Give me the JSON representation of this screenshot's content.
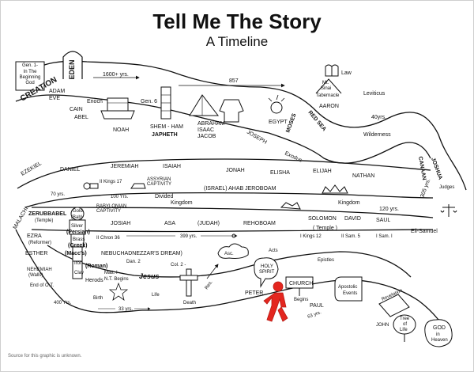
{
  "title": "Tell Me The Story",
  "subtitle": "A Timeline",
  "source_note": "Source for this graphic is unknown.",
  "colors": {
    "ink": "#111111",
    "paper": "#ffffff",
    "figure": "#e4261f"
  },
  "figure_icon": "red-walking-person-icon",
  "labels": {
    "gen1": "Gen. 1-",
    "beginning1": "In The",
    "beginning2": "Beginning",
    "god": "God",
    "creation": "CREATION",
    "adam": "ADAM",
    "eve": "EVE",
    "eden": "EDEN",
    "yrs1600": "1600+ yrs.",
    "cain": "CAIN",
    "abel": "ABEL",
    "enoch": "Enoch",
    "noah": "NOAH",
    "gen6": "Gen. 6",
    "yrs857": "857",
    "abraham": "ABRAHAM",
    "isaac": "ISAAC",
    "jacob": "JACOB",
    "shemham": "SHEM - HAM",
    "japheth": "JAPHETH",
    "joseph": "JOSEPH",
    "egypt": "EGYPT",
    "moses": "MOSES",
    "redsea": "RED SEA",
    "law": "Law",
    "sinai1": "Mt.",
    "sinai2": "Sinai",
    "tabernacle": "Tabernacle",
    "aaron": "AARON",
    "leviticus": "Leviticus",
    "yrs40": "40yrs.",
    "wilderness": "Wilderness",
    "exodus": "Exodus",
    "canaan": "CANAAN",
    "joshua": "JOSHUA",
    "judges": "Judges",
    "elisamuel": "Eli-Samuel",
    "yrs305": "305 yrs.",
    "ezekiel": "EZEKIEL",
    "daniel": "DANIEL",
    "jeremiah": "JEREMIAH",
    "isaiah": "ISAIAH",
    "jonah": "JONAH",
    "elisha": "ELISHA",
    "elijah": "ELIJAH",
    "nathan": "NATHAN",
    "kings2_17": "II Kings 17",
    "assyrian1": "ASSYRIAN",
    "assyrian2": "CAPTIVITY",
    "israel": "(ISRAEL) AHAB JEROBOAM",
    "yrs70": "70 yrs.",
    "yrs100": "100 Yrs.",
    "divided": "Divided",
    "kingdom_div": "Kingdom",
    "kingdom": "Kingdom",
    "yrs120": "120 yrs.",
    "babylonian1": "BABYLONIAN",
    "babylonian2": "CAPTIVITY",
    "josiah": "JOSIAH",
    "asa": "ASA",
    "judah": "(JUDAH)",
    "rehoboam": "REHOBOAM",
    "solomon": "SOLOMON",
    "david": "DAVID",
    "saul": "SAUL",
    "temple": "( Temple )",
    "malachi": "MALACHI",
    "zerubbabel": "ZERUBBABEL",
    "temple2": "(Temple)",
    "gold": "Gold",
    "bab": "(Bab)",
    "silver": "Silver",
    "persian": "(Persian)",
    "brass": "Brass",
    "greek": "(Greek)",
    "macc": "(Macc's)",
    "iron": "Iron",
    "roman": "(Roman)",
    "clay": "Clay",
    "herods": "Herods",
    "chron36": "II Chron 36",
    "yrs399": "399 yrs.",
    "kings1_12": "I Kings 12",
    "sam2_5": "II Sam. 5",
    "sam1_1": "I Sam. I",
    "ezra": "EZRA",
    "reformer": "(Reformer)",
    "esther": "ESTHER",
    "nehemiah": "NEHEMIAH",
    "walls": "(Walls)",
    "endot": "End of O.T.",
    "nebu": "NEBUCHADNEZZAR'S DREAM)",
    "dan2": "Dan. 2",
    "asc": "Asc.",
    "acts": "Acts",
    "epistles": "Epistles",
    "matt1": "Matt. I -",
    "ntbegins": "N.T. Begins",
    "jesus": "Jesus",
    "col2": "Col. 2 -",
    "holyspirit1": "HOLY",
    "holyspirit2": "SPIRIT",
    "church": "CHURCH",
    "begins": "Begins",
    "apostolic1": "Apostolic",
    "apostolic2": "Events",
    "revelation": "Revelation",
    "tree1": "Tree",
    "tree2": "of",
    "tree3": "Life",
    "god2": "GOD",
    "inheaven1": "in",
    "inheaven2": "Heaven",
    "birth": "Birth",
    "life": "Life",
    "death": "Death",
    "res": "Res.",
    "peter": "PETER",
    "paul": "PAUL",
    "john": "JOHN",
    "yrs33": "33 yrs.",
    "yrs400": "400 Yrs.",
    "yrs63": "63 yrs."
  }
}
